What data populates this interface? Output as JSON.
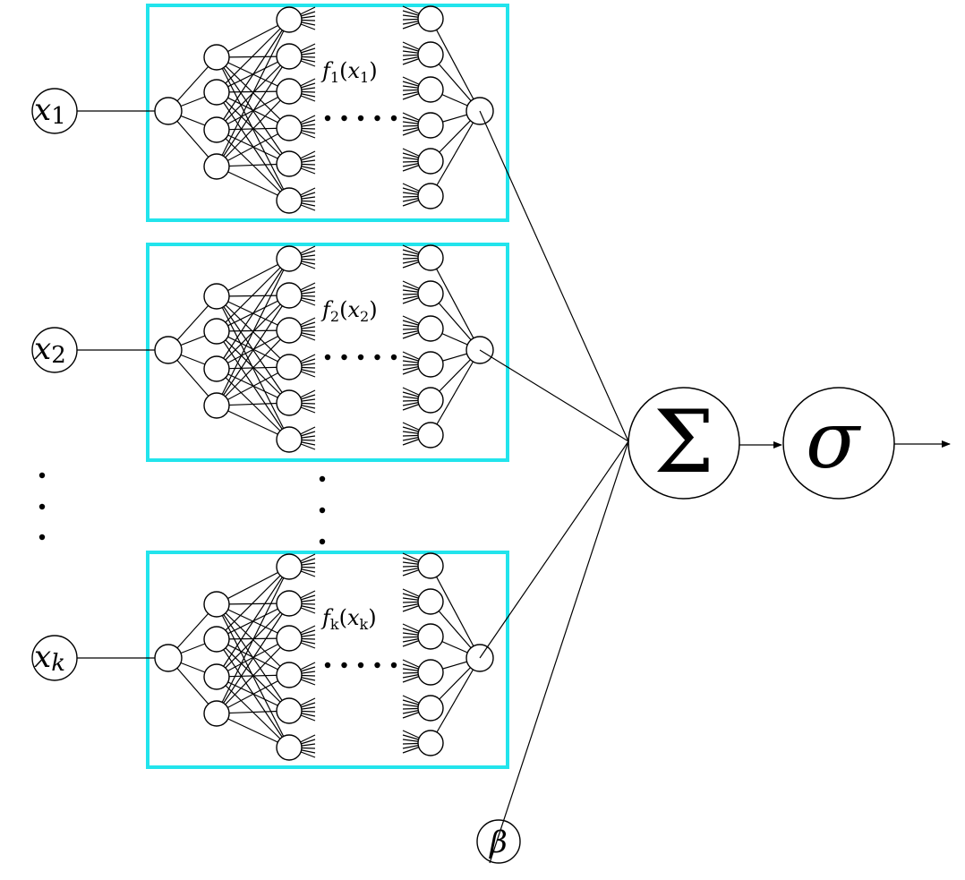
{
  "diagram": {
    "title": "Neural additive model with sigmoid output",
    "colors": {
      "subnetwork_box": "#22e4ec",
      "lines": "#000000",
      "nodes": "#ffffff"
    },
    "subnetworks": [
      {
        "input_label": "x",
        "input_subscript": "1",
        "function_label": "f",
        "function_subscript": "1",
        "arg_label": "x",
        "arg_subscript": "1"
      },
      {
        "input_label": "x",
        "input_subscript": "2",
        "function_label": "f",
        "function_subscript": "2",
        "arg_label": "x",
        "arg_subscript": "2"
      },
      {
        "input_label": "x",
        "input_subscript": "k",
        "function_label": "f",
        "function_subscript": "k",
        "arg_label": "x",
        "arg_subscript": "k"
      }
    ],
    "layer_sizes": [
      1,
      4,
      6,
      6,
      1
    ],
    "hidden_ellipsis": "• • • • •",
    "vertical_ellipsis": "⋮",
    "bias": {
      "label": "β"
    },
    "sum_node": {
      "label": "Σ"
    },
    "activation_node": {
      "label": "σ"
    }
  }
}
